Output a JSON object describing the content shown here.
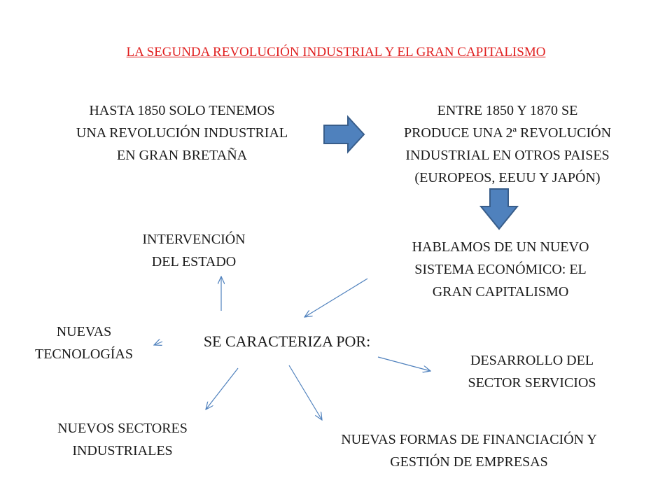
{
  "title": "LA SEGUNDA REVOLUCIÓN INDUSTRIAL Y EL GRAN CAPITALISMO",
  "nodes": {
    "hasta_1850": "HASTA 1850 SOLO TENEMOS\nUNA REVOLUCIÓN INDUSTRIAL\nEN GRAN BRETAÑA",
    "entre_1850_1870": "ENTRE 1850 Y 1870 SE\nPRODUCE UNA 2ª REVOLUCIÓN\nINDUSTRIAL EN OTROS PAISES\n(EUROPEOS, EEUU Y JAPÓN)",
    "nuevo_sistema": "HABLAMOS DE UN NUEVO\nSISTEMA ECONÓMICO: EL\nGRAN CAPITALISMO",
    "se_caracteriza": "SE CARACTERIZA POR:",
    "intervencion": "INTERVENCIÓN\nDEL ESTADO",
    "nuevas_tecnologias": "NUEVAS\nTECNOLOGÍAS",
    "desarrollo_servicios": "DESARROLLO DEL\nSECTOR SERVICIOS",
    "nuevos_sectores": "NUEVOS SECTORES\nINDUSTRIALES",
    "nuevas_formas": "NUEVAS FORMAS DE FINANCIACIÓN Y\nGESTIÓN DE EMPRESAS"
  },
  "colors": {
    "title": "#e02020",
    "block_arrow_fill": "#4f81bd",
    "block_arrow_stroke": "#385d8a",
    "connector": "#4f81bd"
  }
}
